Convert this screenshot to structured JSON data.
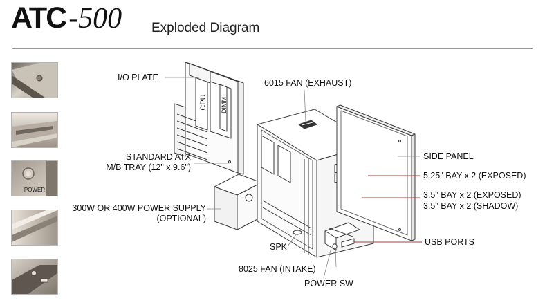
{
  "header": {
    "brand": "ATC",
    "model": "-500",
    "subtitle": "Exploded Diagram"
  },
  "thumbnails": [
    {
      "icon": "panel-screw-closeup",
      "label": ""
    },
    {
      "icon": "drive-bay-closeup",
      "label": ""
    },
    {
      "icon": "power-button-closeup",
      "label": "POWER"
    },
    {
      "icon": "front-panel-closeup",
      "label": ""
    },
    {
      "icon": "usb-port-closeup",
      "label": ""
    }
  ],
  "callouts": {
    "io_plate": "I/O PLATE",
    "fan_exhaust": "6015 FAN (EXHAUST)",
    "side_panel": "SIDE PANEL",
    "mb_tray_line1": "STANDARD ATX",
    "mb_tray_line2": "M/B TRAY (12\" x 9.6\")",
    "bay_525": "5.25\" BAY x 2 (EXPOSED)",
    "bay_35_exposed": "3.5\" BAY x 2 (EXPOSED)",
    "bay_35_shadow": "3.5\" BAY x 2 (SHADOW)",
    "psu_line1": "300W OR 400W POWER SUPPLY",
    "psu_line2": "(OPTIONAL)",
    "usb_ports": "USB PORTS",
    "spk": "SPK",
    "fan_intake": "8025 FAN (INTAKE)",
    "power_sw": "POWER SW"
  },
  "board_labels": {
    "cpu": "CPU",
    "dimm": "DIMM"
  },
  "colors": {
    "leader_gray": "#8a8a8a",
    "leader_red": "#b23a3a",
    "line": "#3a3a3a",
    "rule": "#9a9a9a"
  }
}
